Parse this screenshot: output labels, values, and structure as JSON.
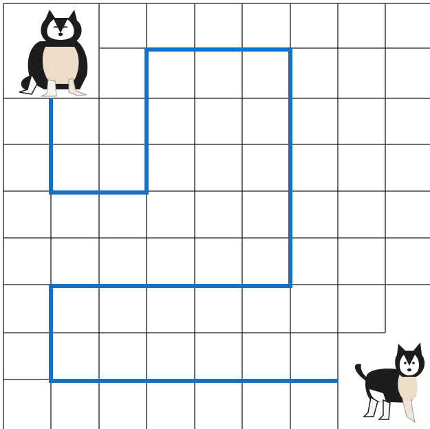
{
  "grid": {
    "columns": 9,
    "rows": 9,
    "line_color": "#1a1a1a",
    "background": "#ffffff"
  },
  "path": {
    "color": "#1570c6",
    "start_cell": [
      1,
      2
    ],
    "end_cell": [
      7,
      7
    ]
  },
  "start_dog": {
    "icon": "husky-sitting-icon",
    "cell": [
      0,
      0
    ]
  },
  "end_dog": {
    "icon": "husky-standing-icon",
    "cell": [
      8,
      7
    ]
  }
}
